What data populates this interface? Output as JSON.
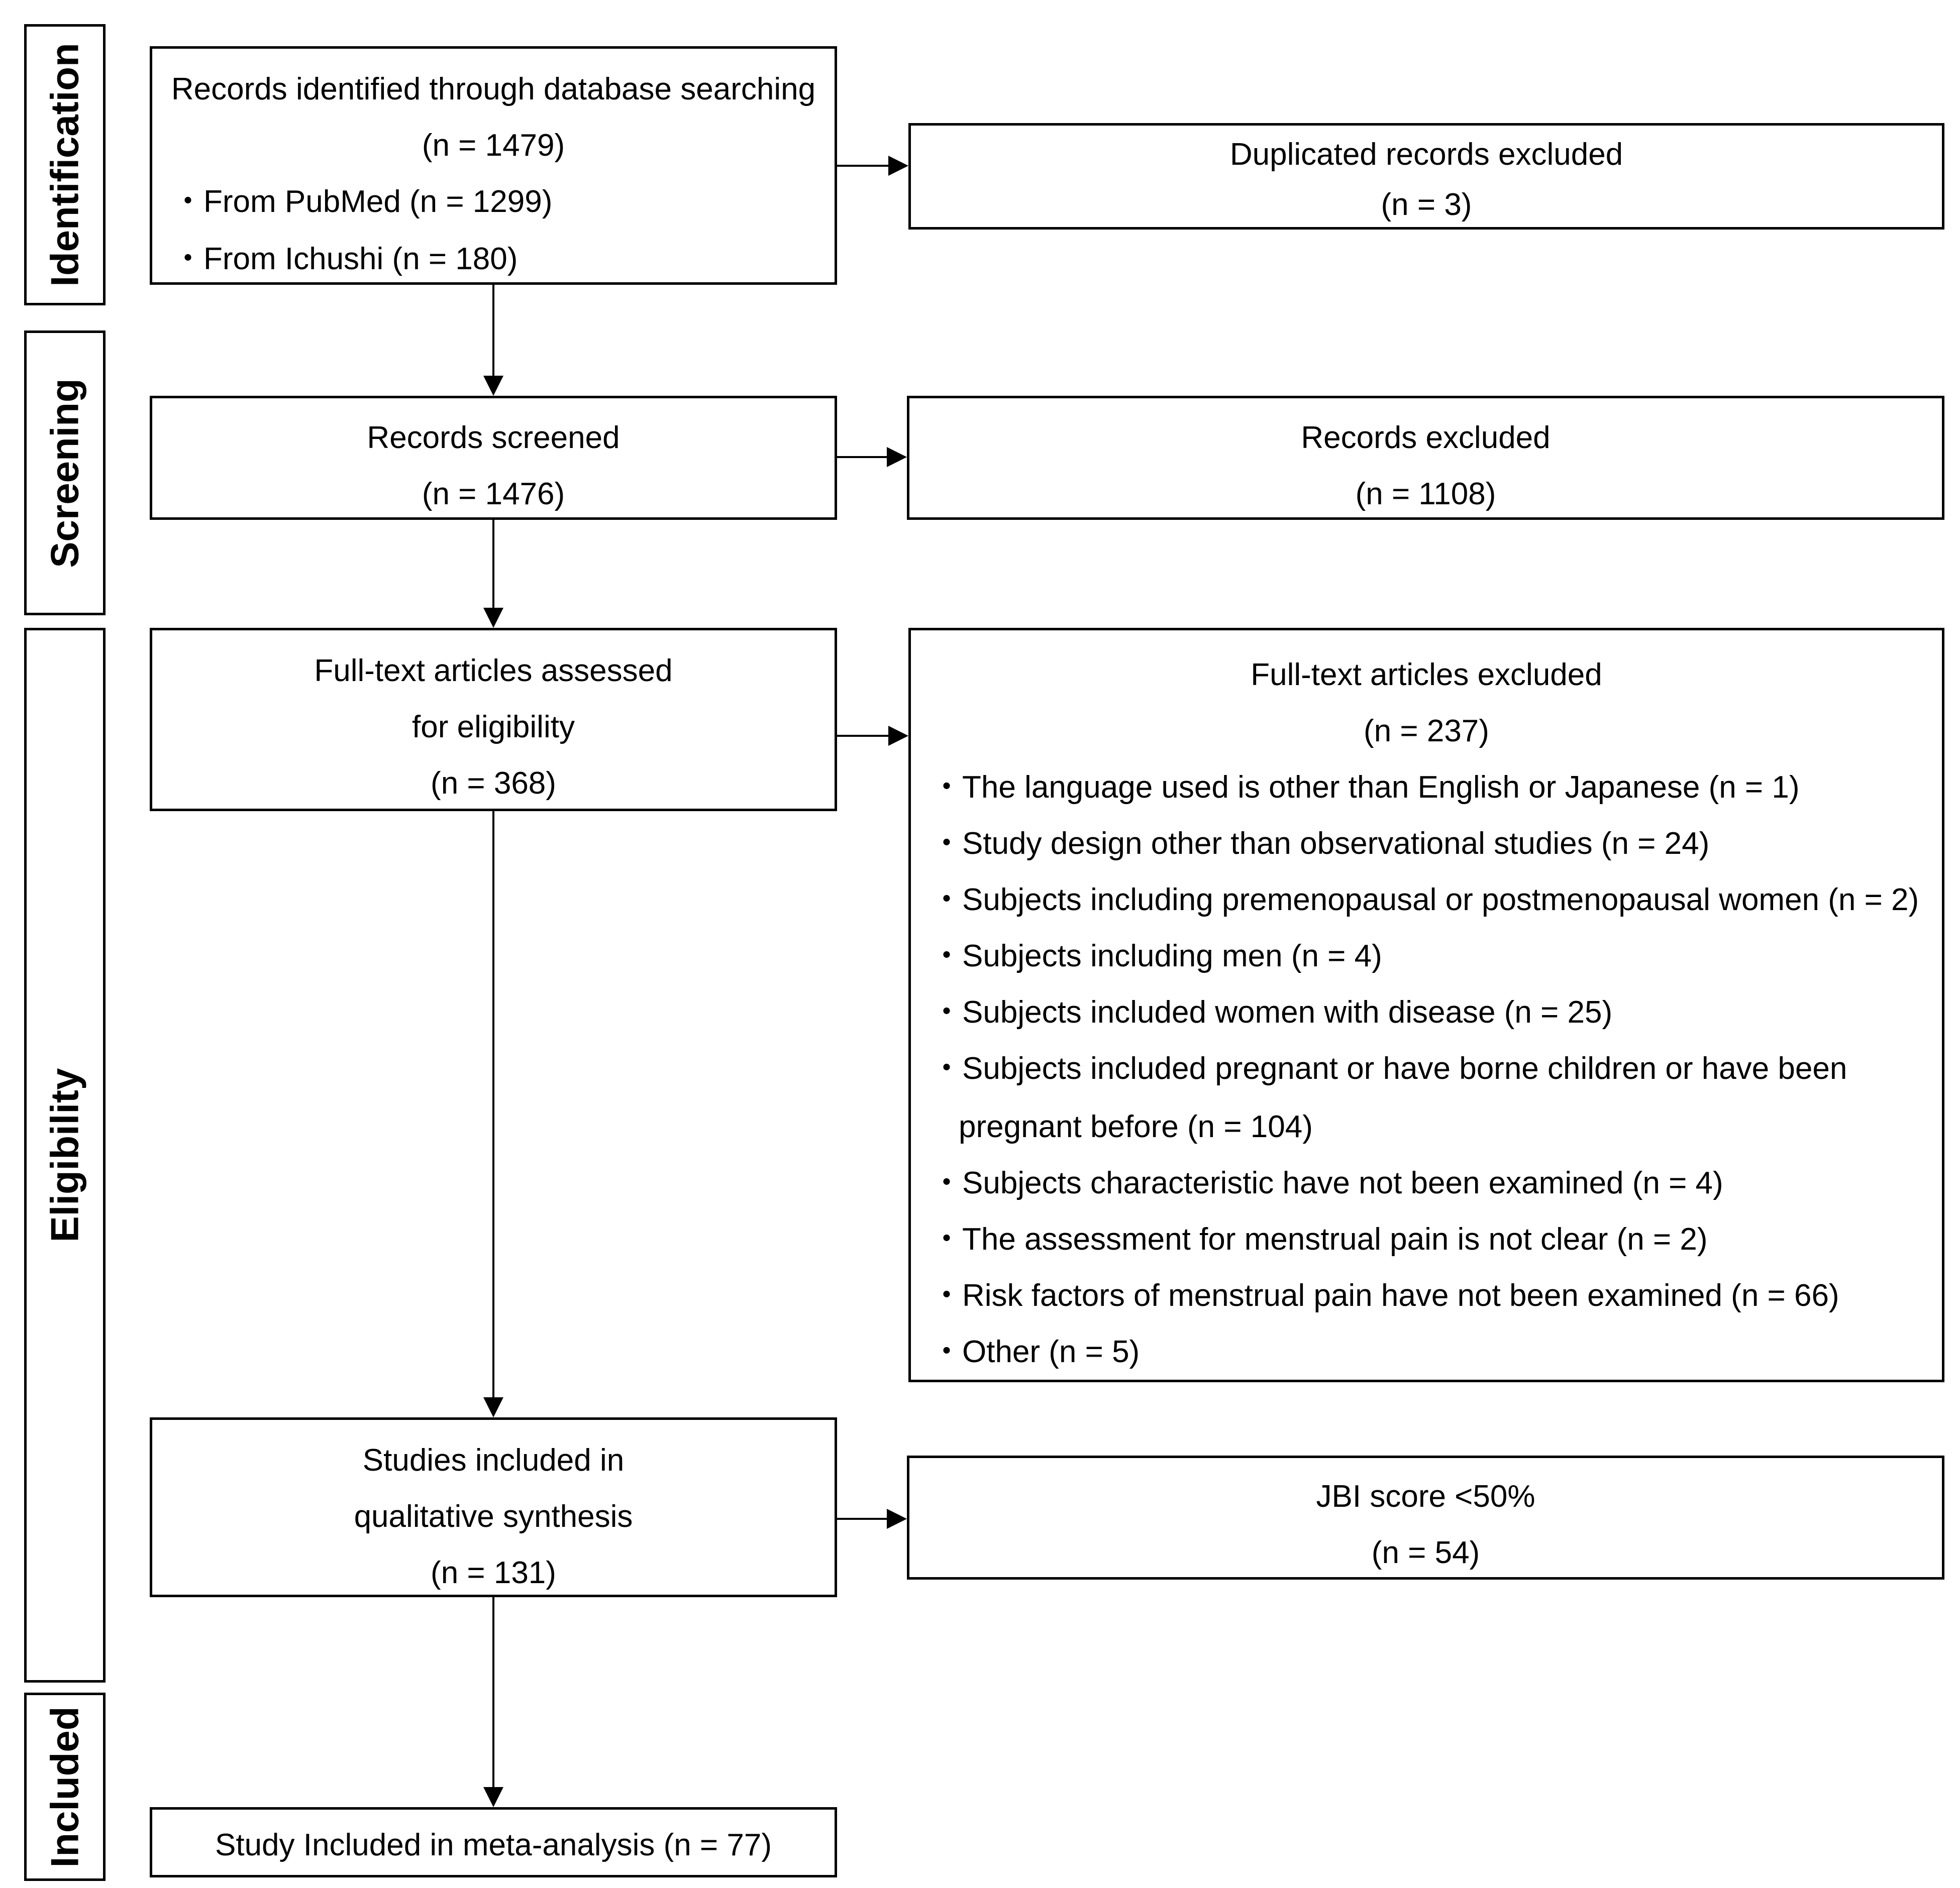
{
  "stages": {
    "identification": "Identification",
    "screening": "Screening",
    "eligibility": "Eligibility",
    "included": "Included"
  },
  "identified": {
    "title": "Records identified through database searching",
    "n": "(n = 1479)",
    "source1": "・From PubMed (n = 1299)",
    "source2": "・From Ichushi (n = 180)"
  },
  "duplicates": {
    "title": "Duplicated records excluded",
    "n": "(n = 3)"
  },
  "screened": {
    "title": "Records screened",
    "n": "(n = 1476)"
  },
  "records_excluded": {
    "title": "Records excluded",
    "n": "(n = 1108)"
  },
  "fulltext": {
    "line1": "Full-text articles assessed",
    "line2": "for eligibility",
    "n": "(n = 368)"
  },
  "fulltext_excluded": {
    "title": "Full-text articles excluded",
    "n": "(n = 237)",
    "reasons": [
      "・The language used  is other than English or Japanese (n = 1)",
      "・Study design other than observational studies (n = 24)",
      "・Subjects including premenopausal or postmenopausal women (n = 2)",
      "・Subjects including men (n = 4)",
      "・Subjects included women with disease (n = 25)",
      "・Subjects included pregnant or have borne children or have been",
      "pregnant before (n = 104)",
      "・Subjects characteristic have not been examined (n = 4)",
      "・The assessment for menstrual pain is not clear (n = 2)",
      "・Risk factors of menstrual pain have not been examined (n = 66)",
      "・Other (n = 5)"
    ]
  },
  "qualitative": {
    "line1": "Studies included in",
    "line2": "qualitative synthesis",
    "n": "(n = 131)"
  },
  "jbi": {
    "title": "JBI score <50%",
    "n": "(n = 54)"
  },
  "meta": {
    "title": "Study Included in meta-analysis (n = 77)"
  }
}
